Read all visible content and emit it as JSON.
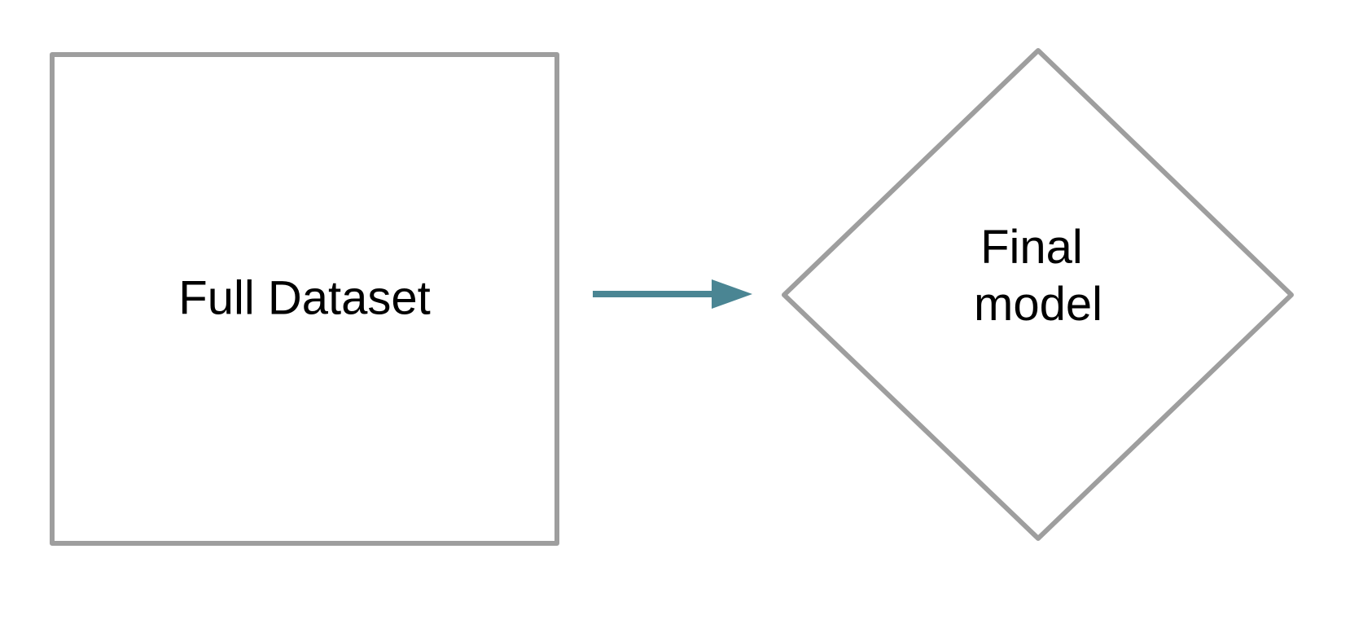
{
  "nodes": {
    "dataset": {
      "label": "Full Dataset",
      "shape": "rectangle"
    },
    "model": {
      "label_line1": "Final",
      "label_line2": "model",
      "shape": "diamond"
    }
  },
  "edges": [
    {
      "from": "dataset",
      "to": "model",
      "style": "arrow"
    }
  ],
  "colors": {
    "shape_stroke": "#9e9e9e",
    "arrow": "#4a8593",
    "text": "#000000",
    "background": "#ffffff"
  }
}
